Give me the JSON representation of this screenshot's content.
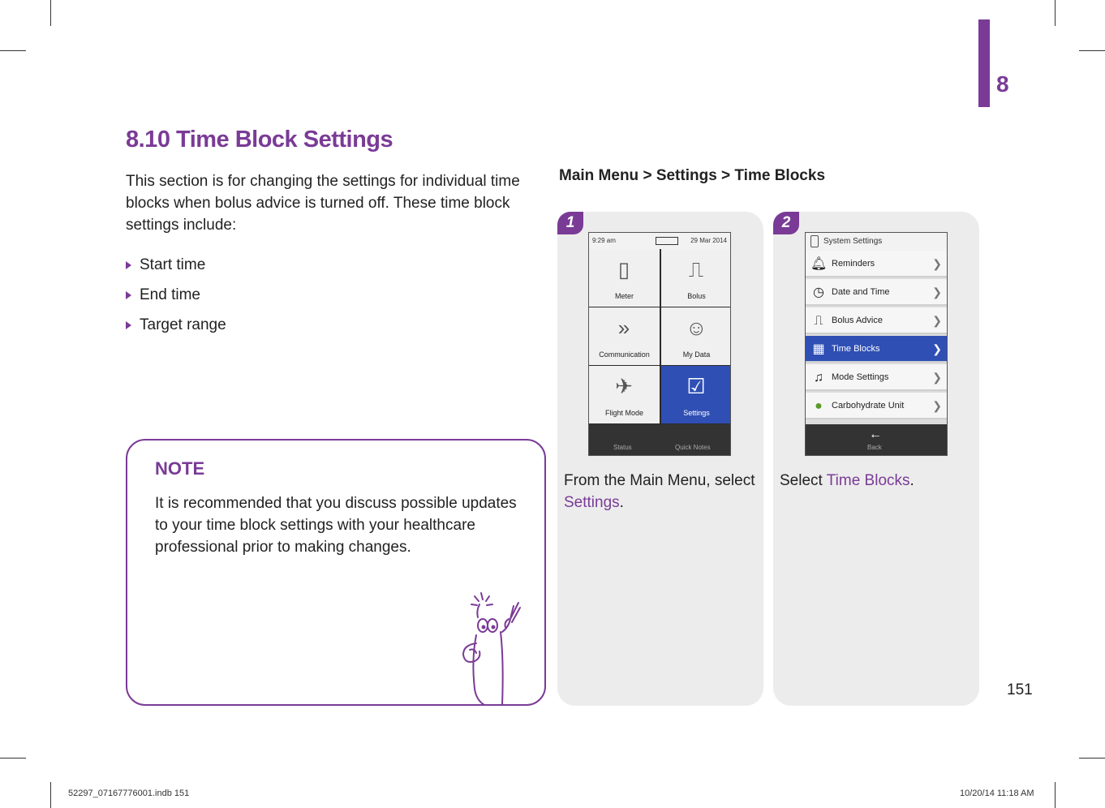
{
  "chapter": {
    "number": "8",
    "color": "#7a3b96"
  },
  "section": {
    "title": "8.10 Time Block Settings",
    "intro": "This section is for changing the settings for individual time blocks when bolus advice is turned off. These time block settings include:",
    "bullets": [
      "Start time",
      "End time",
      "Target range"
    ]
  },
  "note": {
    "title": "NOTE",
    "text": "It is recommended that you discuss possible updates to your time block settings with your healthcare professional prior to making changes."
  },
  "nav_path": "Main Menu > Settings > Time Blocks",
  "steps": [
    {
      "number": "1",
      "caption_prefix": "From the Main Menu, select ",
      "caption_highlight": "Settings",
      "caption_suffix": ".",
      "screen": {
        "time": "9:29 am",
        "date": "29 Mar 2014",
        "tiles": [
          {
            "label": "Meter",
            "icon": "meter-icon"
          },
          {
            "label": "Bolus",
            "icon": "bolus-icon"
          },
          {
            "label": "Communication",
            "icon": "communication-icon"
          },
          {
            "label": "My Data",
            "icon": "my-data-icon"
          },
          {
            "label": "Flight Mode",
            "icon": "airplane-icon"
          },
          {
            "label": "Settings",
            "icon": "settings-icon",
            "selected": true
          }
        ],
        "bottom": [
          "Status",
          "Quick Notes"
        ]
      }
    },
    {
      "number": "2",
      "caption_prefix": "Select ",
      "caption_highlight": "Time Blocks",
      "caption_suffix": ".",
      "screen": {
        "header": "System Settings",
        "rows": [
          {
            "label": "Reminders",
            "icon": "bell-icon"
          },
          {
            "label": "Date and Time",
            "icon": "clock-icon"
          },
          {
            "label": "Bolus Advice",
            "icon": "bolus-advice-icon"
          },
          {
            "label": "Time Blocks",
            "icon": "time-blocks-icon",
            "selected": true
          },
          {
            "label": "Mode Settings",
            "icon": "music-note-icon"
          },
          {
            "label": "Carbohydrate Unit",
            "icon": "apple-icon"
          }
        ],
        "bottom": "Back"
      }
    }
  ],
  "page_number": "151",
  "footer": {
    "left": "52297_07167776001.indb   151",
    "right": "10/20/14   11:18 AM"
  }
}
